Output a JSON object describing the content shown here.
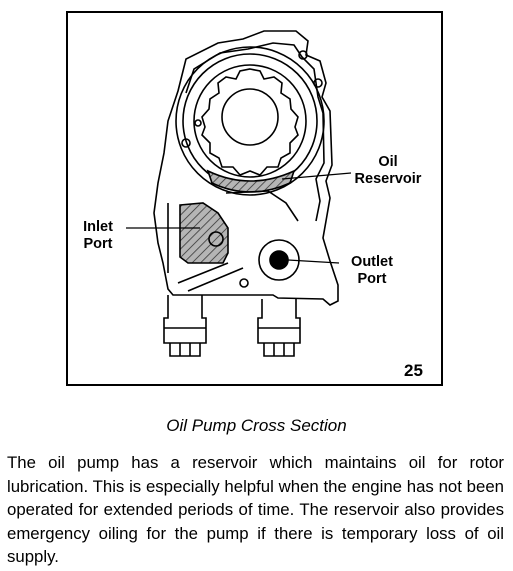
{
  "figure": {
    "number": "25",
    "labels": {
      "oil_reservoir": "Oil\nReservoir",
      "inlet_port": "Inlet\nPort",
      "outlet_port": "Outlet\nPort"
    }
  },
  "caption": "Oil Pump Cross Section",
  "body": "The oil pump has a reservoir which maintains oil for rotor lubrication. This is especially helpful when the engine has not been operated for extended periods of time. The reservoir also provides emergency oiling for the pump if there is temporary loss of oil supply."
}
